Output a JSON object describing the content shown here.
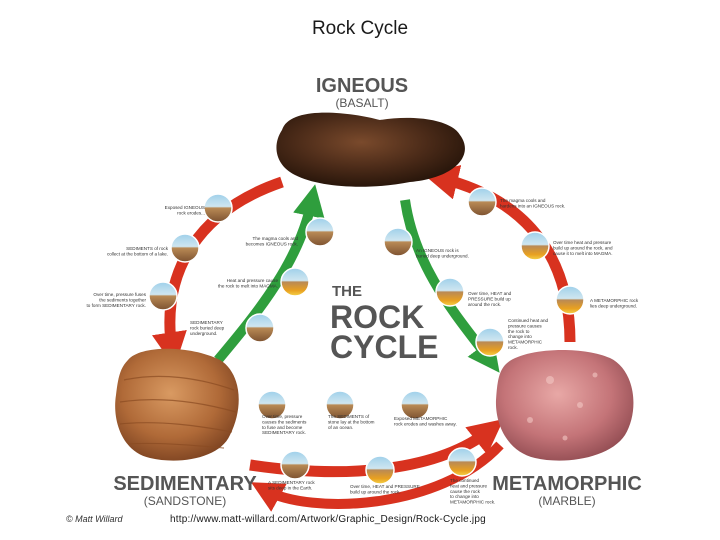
{
  "slide": {
    "title": "Rock Cycle",
    "source_url": "http://www.matt-willard.com/Artwork/Graphic_Design/Rock-Cycle.jpg"
  },
  "diagram": {
    "center_title": [
      "THE",
      "ROCK",
      "CYCLE"
    ],
    "igneous": {
      "label": "IGNEOUS",
      "sub": "(BASALT)"
    },
    "sedimentary": {
      "label": "SEDIMENTARY",
      "sub": "(SANDSTONE)"
    },
    "metamorphic": {
      "label": "METAMORPHIC",
      "sub": "(MARBLE)"
    },
    "credit": "© Matt Willard",
    "captions": {
      "left_1": [
        "Exposed IGNEOUS",
        "rock erodes..."
      ],
      "left_2": [
        "SEDIMENTS of rock",
        "collect at the bottom of a lake."
      ],
      "left_3": [
        "Over time, pressure fuses",
        "the sediments together",
        "to form SEDIMENTARY rock."
      ],
      "inner_left_1": [
        "The magma cools and",
        "becomes IGNEOUS rock."
      ],
      "inner_left_2": [
        "Heat and pressure cause",
        "the rock to melt into MAGMA."
      ],
      "inner_left_3": [
        "SEDIMENTARY",
        "rock buried deep",
        "underground."
      ],
      "right_1": [
        "The magma cools and",
        "hardens into an IGNEOUS rock."
      ],
      "right_2": [
        "Over time heat and pressure",
        "build up around the rock, and",
        "cause it to melt into MAGMA."
      ],
      "right_3": [
        "A METAMORPHIC rock",
        "lies deep underground."
      ],
      "inner_right_1": [
        "An IGNEOUS rock is",
        "buried deep underground."
      ],
      "inner_right_2": [
        "Over time, HEAT and",
        "PRESSURE build up",
        "around the rock."
      ],
      "inner_right_3": [
        "Continued heat and",
        "pressure causes",
        "the rock to",
        "change into",
        "METAMORPHIC",
        "rock."
      ],
      "bottom_1": [
        "Over time, pressure",
        "causes the sediments",
        "to fuse and become",
        "SEDIMENTARY rock."
      ],
      "bottom_2": [
        "The SEDIMENTS of",
        "stone lay at the bottom",
        "of an ocean."
      ],
      "bottom_3": [
        "Exposed METAMORPHIC",
        "rock erodes and washes away."
      ],
      "bottom_4": [
        "A SEDIMENTARY rock",
        "sits deep in the Earth."
      ],
      "bottom_5": [
        "Over time, HEAT and PRESSURE",
        "build up around the rock."
      ],
      "bottom_6": [
        "The continued",
        "heat and pressure",
        "cause the rock",
        "to change into",
        "METAMORPHIC rock."
      ]
    }
  },
  "colors": {
    "arrow_red": "#d8321f",
    "arrow_green": "#2f9e3d",
    "label_gray": "#555555"
  }
}
